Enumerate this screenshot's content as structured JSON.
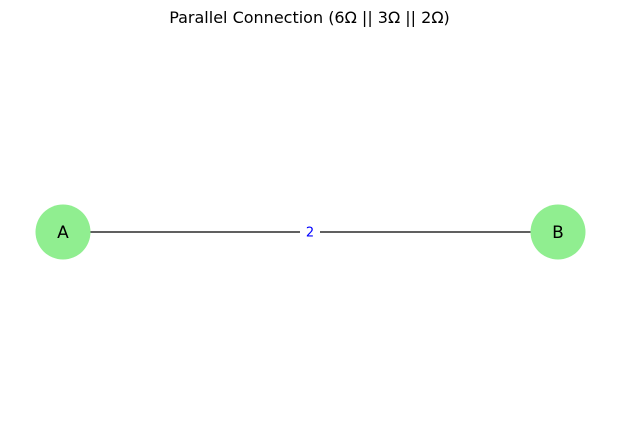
{
  "title": "Parallel Connection (6Ω || 3Ω || 2Ω)",
  "graph": {
    "nodes": [
      {
        "id": "A",
        "label": "A"
      },
      {
        "id": "B",
        "label": "B"
      }
    ],
    "edges": [
      {
        "from": "A",
        "to": "B",
        "label": "2"
      }
    ]
  },
  "colors": {
    "node_fill": "#90ee90",
    "edge": "#000000",
    "edge_label": "#0000ff",
    "label_text": "#000000",
    "background": "#ffffff"
  }
}
